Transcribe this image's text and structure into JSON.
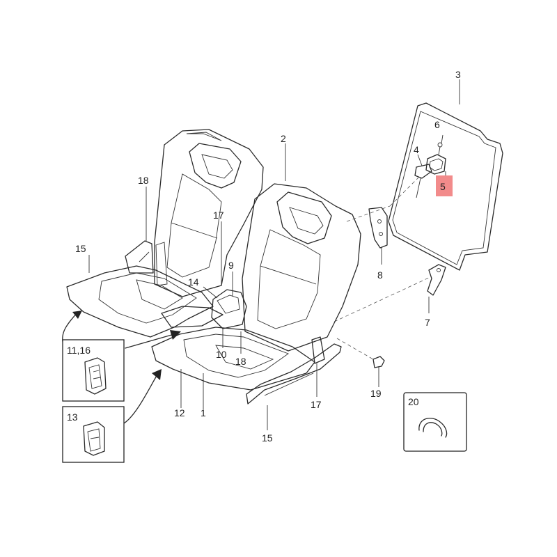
{
  "callouts": {
    "c1": "1",
    "c2": "2",
    "c3": "3",
    "c4": "4",
    "c5": "5",
    "c6": "6",
    "c7": "7",
    "c8": "8",
    "c9": "9",
    "c10": "10",
    "c12": "12",
    "c14": "14",
    "c15a": "15",
    "c15b": "15",
    "c17a": "17",
    "c17b": "17",
    "c18a": "18",
    "c18b": "18",
    "c19": "19"
  },
  "insets": {
    "clip_a": "11,16",
    "clip_b": "13",
    "hose": "20"
  },
  "highlight": {
    "part": "5",
    "color": "#f28b8b"
  }
}
